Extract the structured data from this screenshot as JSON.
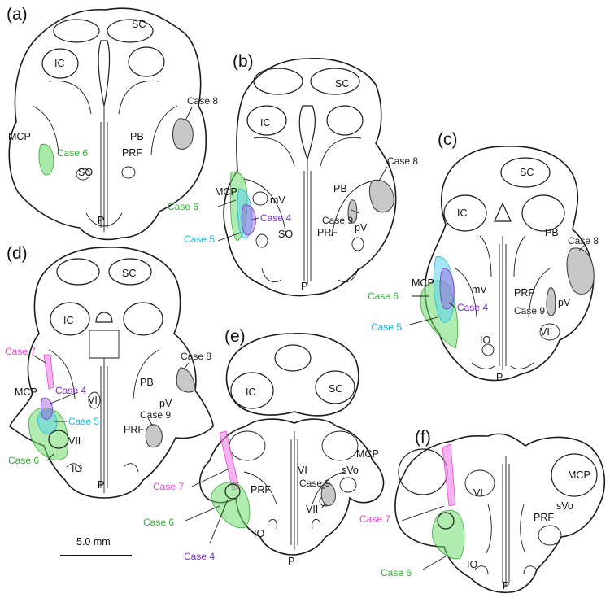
{
  "colors": {
    "case4": "#9b59e0",
    "case5": "#5fd3ec",
    "case6": "#6fdc6f",
    "case7": "#f07ee8",
    "grey_case": "#c8c8c8"
  },
  "panels": {
    "a": {
      "label": "(a)",
      "labels": [
        "SC",
        "IC",
        "MCP",
        "PB",
        "PRF",
        "SO",
        "P"
      ],
      "cases": [
        "Case 8",
        "Case 6"
      ]
    },
    "b": {
      "label": "(b)",
      "labels": [
        "SC",
        "IC",
        "MCP",
        "mV",
        "PB",
        "pV",
        "SO",
        "PRF",
        "P"
      ],
      "cases": [
        "Case 8",
        "Case 6",
        "Case 4",
        "Case 5",
        "Case 9"
      ]
    },
    "c": {
      "label": "(c)",
      "labels": [
        "SC",
        "IC",
        "PB",
        "MCP",
        "mV",
        "PRF",
        "pV",
        "VII",
        "IO",
        "P"
      ],
      "cases": [
        "Case 8",
        "Case 6",
        "Case 4",
        "Case 5",
        "Case 9"
      ]
    },
    "d": {
      "label": "(d)",
      "labels": [
        "SC",
        "IC",
        "MCP",
        "PB",
        "VI",
        "pV",
        "PRF",
        "VII",
        "IO",
        "P"
      ],
      "cases": [
        "Case 7",
        "Case 8",
        "Case 4",
        "Case 5",
        "Case 9",
        "Case 6"
      ]
    },
    "e": {
      "label": "(e)",
      "labels": [
        "SC",
        "IC",
        "MCP",
        "VI",
        "sVo",
        "PRF",
        "VII",
        "IO",
        "P"
      ],
      "cases": [
        "Case 9",
        "Case 7",
        "Case 6",
        "Case 4"
      ]
    },
    "f": {
      "label": "(f)",
      "labels": [
        "MCP",
        "VI",
        "sVo",
        "PRF",
        "IO",
        "P"
      ],
      "cases": [
        "Case 7",
        "Case 6"
      ]
    }
  },
  "scale_bar": {
    "label": "5.0 mm"
  }
}
